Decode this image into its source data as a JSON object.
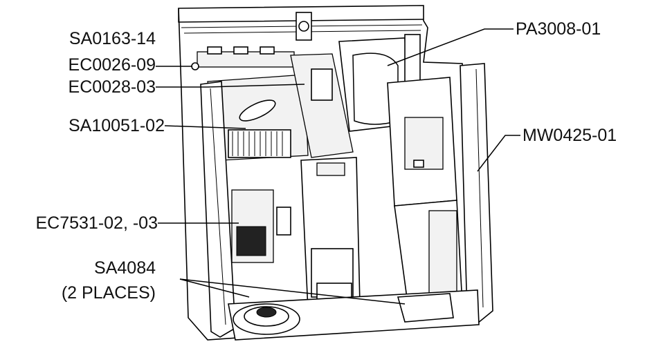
{
  "labels": {
    "sa0163": "SA0163-14",
    "ec0026": "EC0026-09",
    "ec0028": "EC0028-03",
    "sa10051": "SA10051-02",
    "ec7531": "EC7531-02, -03",
    "sa4084": "SA4084",
    "places": "(2 PLACES)",
    "pa3008": "PA3008-01",
    "mw0425": "MW0425-01"
  }
}
